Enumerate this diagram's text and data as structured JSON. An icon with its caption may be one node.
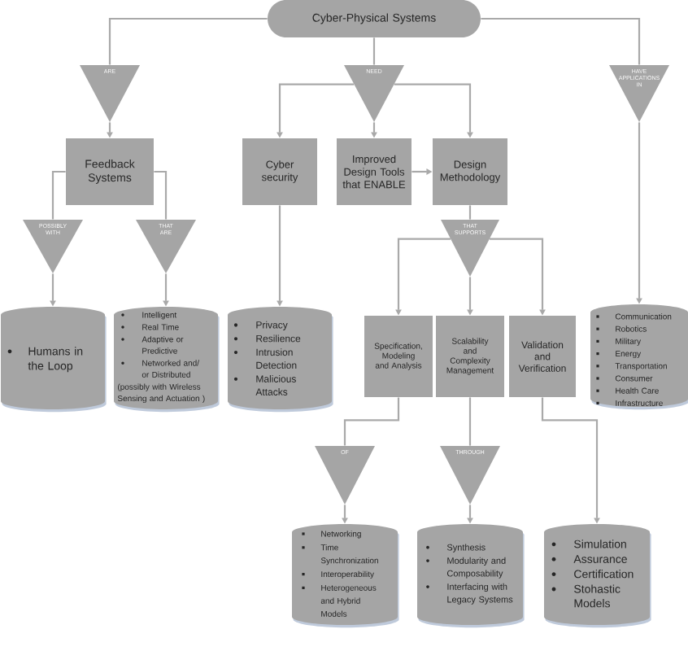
{
  "diagram": {
    "nodes": [
      {
        "text": [
          "Cyber-Physical Systems"
        ]
      },
      {
        "text": [
          "ARE"
        ]
      },
      {
        "text": [
          "NEED"
        ]
      },
      {
        "text": [
          "HAVE APPLICATIONS IN"
        ]
      },
      {
        "text": [
          "Feedback Systems"
        ]
      },
      {
        "text": [
          "Cyber security"
        ]
      },
      {
        "text": [
          "Improved Design Tools that ENABLE"
        ]
      },
      {
        "text": [
          "Design Methodology"
        ]
      },
      {
        "text": [
          "POSSIBLY WITH"
        ]
      },
      {
        "text": [
          "THAT ARE"
        ]
      },
      {
        "text": [
          "THAT SUPPORTS"
        ]
      },
      {
        "text": [
          "Humans in the Loop"
        ]
      },
      {
        "text": [
          "Intelligent",
          "Real Time",
          "Adaptive or Predictive",
          "Networked and/ or Distributed",
          "(possibly with Wireless Sensing and Actuation )"
        ]
      },
      {
        "text": [
          "Privacy",
          "Resilience",
          "Intrusion Detection",
          "Malicious Attacks"
        ]
      },
      {
        "text": [
          "Specification, Modeling and Analysis"
        ]
      },
      {
        "text": [
          "Scalability and Complexity Management"
        ]
      },
      {
        "text": [
          "Validation and Verification"
        ]
      },
      {
        "text": [
          "Communication",
          "Robotics",
          "Military",
          "Energy",
          "Transportation",
          "Consumer",
          "Health Care",
          "Infrastructure"
        ]
      },
      {
        "text": [
          "OF"
        ]
      },
      {
        "text": [
          "THROUGH"
        ]
      },
      {
        "text": [
          "Networking",
          "Time Synchronization",
          "Interoperability",
          "Heterogeneous and Hybrid Models"
        ]
      },
      {
        "text": [
          "Synthesis",
          "Modularity and Composability",
          "Interfacing with Legacy Systems"
        ]
      },
      {
        "text": [
          "Simulation",
          "Assurance",
          "Certification",
          "Stohastic Models"
        ]
      }
    ],
    "edges": [
      {
        "from": 0,
        "to": 1,
        "arrow": "none"
      },
      {
        "from": 0,
        "to": 2,
        "arrow": "none"
      },
      {
        "from": 0,
        "to": 3,
        "arrow": "none"
      },
      {
        "from": 1,
        "to": 4,
        "arrow": "to"
      },
      {
        "from": 2,
        "to": 5,
        "arrow": "to"
      },
      {
        "from": 2,
        "to": 6,
        "arrow": "to"
      },
      {
        "from": 2,
        "to": 7,
        "arrow": "to"
      },
      {
        "from": 6,
        "to": 7,
        "arrow": "to"
      },
      {
        "from": 4,
        "to": 8,
        "arrow": "none"
      },
      {
        "from": 4,
        "to": 9,
        "arrow": "none"
      },
      {
        "from": 8,
        "to": 11,
        "arrow": "to"
      },
      {
        "from": 9,
        "to": 12,
        "arrow": "to"
      },
      {
        "from": 5,
        "to": 13,
        "arrow": "to"
      },
      {
        "from": 7,
        "to": 10,
        "arrow": "none"
      },
      {
        "from": 10,
        "to": 14,
        "arrow": "to"
      },
      {
        "from": 10,
        "to": 15,
        "arrow": "to"
      },
      {
        "from": 10,
        "to": 16,
        "arrow": "to"
      },
      {
        "from": 3,
        "to": 17,
        "arrow": "to"
      },
      {
        "from": 14,
        "to": 18,
        "arrow": "none"
      },
      {
        "from": 15,
        "to": 19,
        "arrow": "none"
      },
      {
        "from": 16,
        "to": 22,
        "arrow": "to"
      },
      {
        "from": 18,
        "to": 20,
        "arrow": "to"
      },
      {
        "from": 19,
        "to": 21,
        "arrow": "to"
      }
    ]
  }
}
